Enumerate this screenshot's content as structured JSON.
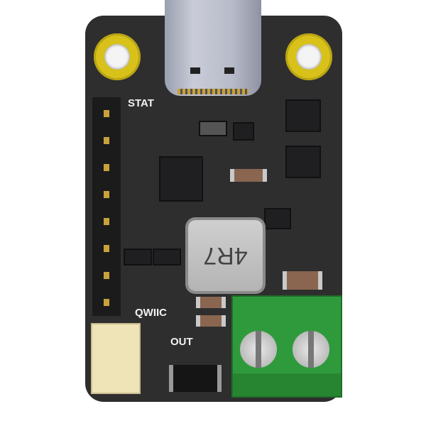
{
  "board": {
    "labels": {
      "stat": "STAT",
      "qwiic": "QWIIC",
      "out": "OUT"
    },
    "inductor_marking": "4R7",
    "colors": {
      "pcb": "#2e2e2f",
      "pads": "#d8c21a",
      "terminal": "#2f9a3c"
    }
  }
}
